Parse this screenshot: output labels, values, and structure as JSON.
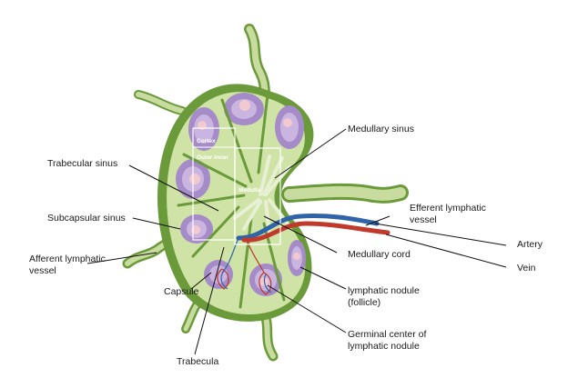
{
  "diagram": {
    "labels": {
      "medullary_sinus": "Medullary sinus",
      "trabecular_sinus": "Trabecular sinus",
      "subcapsular_sinus": "Subcapsular sinus",
      "afferent_1": "Afferent lymphatic",
      "afferent_2": "vessel",
      "efferent_1": "Efferent lymphatic",
      "efferent_2": "vessel",
      "artery": "Artery",
      "vein": "Vein",
      "medullary_cord": "Medullary cord",
      "capsule": "Capsule",
      "trabecula": "Trabecula",
      "nodule_1": "lymphatic nodule",
      "nodule_2": "(follicle)",
      "germinal_1": "Germinal center of",
      "germinal_2": "lymphatic nodule"
    },
    "region_labels": {
      "cortex": "Cortex",
      "inner_cortex": "Outer Inner",
      "medulla": "Medulla"
    },
    "colors": {
      "capsule": "#6a9a3a",
      "tissue": "#cfe3a6",
      "nodule": "#a58bc7",
      "nodule_inner": "#c9b5e0",
      "germinal": "#f2c9cf",
      "vessel": "#c9dca0",
      "artery": "#c0392b",
      "vein": "#2f64a8"
    }
  }
}
